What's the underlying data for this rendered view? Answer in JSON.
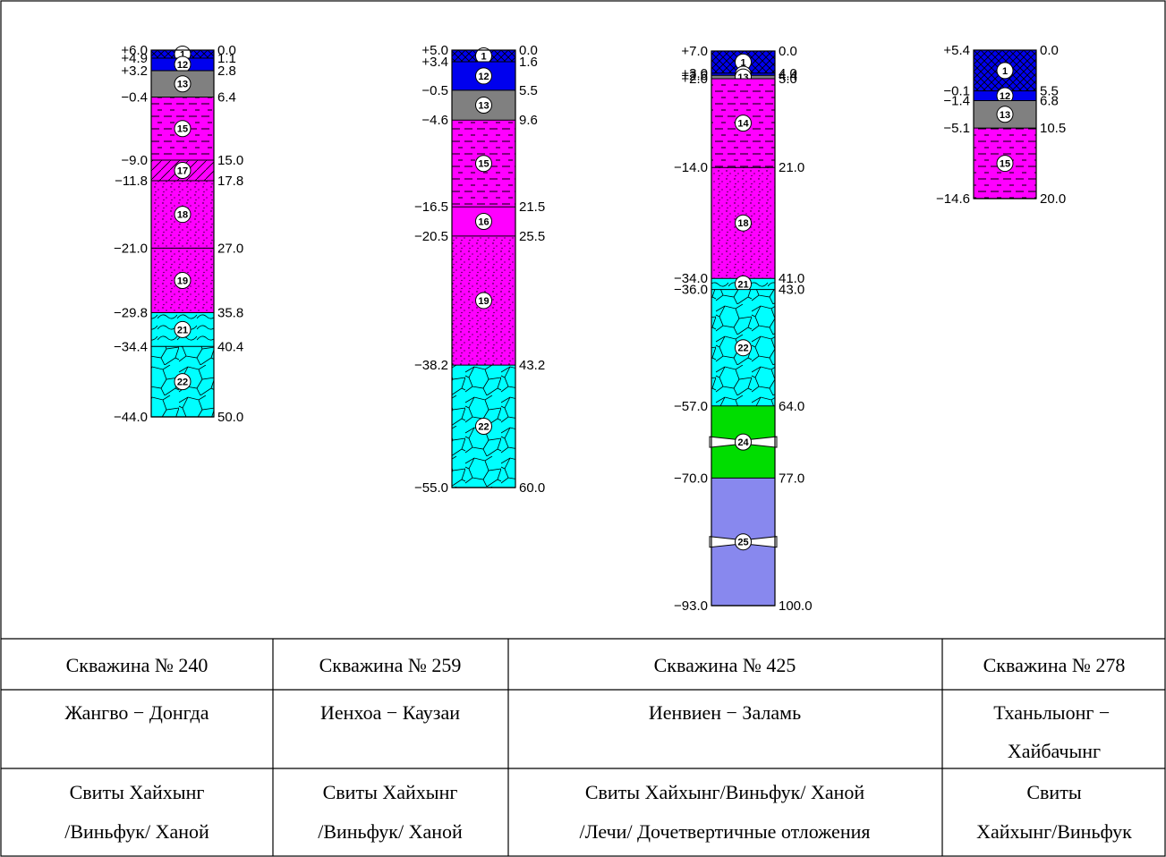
{
  "colors": {
    "1": "#0000ee",
    "12": "#0000ee",
    "13": "#808080",
    "14": "#ff00ff",
    "15": "#ff00ff",
    "16": "#ff00ff",
    "17": "#ff00ff",
    "18": "#ff00ff",
    "19": "#ff00ff",
    "21": "#00ffff",
    "22": "#00ffff",
    "24": "#00dd00",
    "25": "#8888ee"
  },
  "boreholes": [
    {
      "name": "Скважина № 240",
      "location": "Жангво − Донгда",
      "formations": [
        "Свиты Хайхынг",
        "/Виньфук/ Ханой"
      ],
      "layers": [
        {
          "no": "1",
          "top_abs": "+6.0",
          "depth_top": "0.0",
          "from": 0.0,
          "to": 1.1
        },
        {
          "no": "12",
          "top_abs": "+4.9",
          "depth_top": "1.1",
          "from": 1.1,
          "to": 2.8
        },
        {
          "no": "13",
          "top_abs": "+3.2",
          "depth_top": "2.8",
          "from": 2.8,
          "to": 6.4
        },
        {
          "no": "15",
          "top_abs": "−0.4",
          "depth_top": "6.4",
          "from": 6.4,
          "to": 15.0
        },
        {
          "no": "17",
          "top_abs": "−9.0",
          "depth_top": "15.0",
          "from": 15.0,
          "to": 17.8
        },
        {
          "no": "18",
          "top_abs": "−11.8",
          "depth_top": "17.8",
          "from": 17.8,
          "to": 27.0
        },
        {
          "no": "19",
          "top_abs": "−21.0",
          "depth_top": "27.0",
          "from": 27.0,
          "to": 35.8
        },
        {
          "no": "21",
          "top_abs": "−29.8",
          "depth_top": "35.8",
          "from": 35.8,
          "to": 40.4
        },
        {
          "no": "22",
          "top_abs": "−34.4",
          "depth_top": "40.4",
          "from": 40.4,
          "to": 50.0
        }
      ],
      "bottom_abs": "−44.0",
      "bottom_depth": "50.0"
    },
    {
      "name": "Скважина № 259",
      "location": "Иенхоа − Каузаи",
      "formations": [
        "Свиты Хайхынг",
        "/Виньфук/ Ханой"
      ],
      "layers": [
        {
          "no": "1",
          "top_abs": "+5.0",
          "depth_top": "0.0",
          "from": 0.0,
          "to": 1.6
        },
        {
          "no": "12",
          "top_abs": "+3.4",
          "depth_top": "1.6",
          "from": 1.6,
          "to": 5.5
        },
        {
          "no": "13",
          "top_abs": "−0.5",
          "depth_top": "5.5",
          "from": 5.5,
          "to": 9.6
        },
        {
          "no": "15",
          "top_abs": "−4.6",
          "depth_top": "9.6",
          "from": 9.6,
          "to": 21.5
        },
        {
          "no": "16",
          "top_abs": "−16.5",
          "depth_top": "21.5",
          "from": 21.5,
          "to": 25.5
        },
        {
          "no": "19",
          "top_abs": "−20.5",
          "depth_top": "25.5",
          "from": 25.5,
          "to": 43.2
        },
        {
          "no": "22",
          "top_abs": "−38.2",
          "depth_top": "43.2",
          "from": 43.2,
          "to": 60.0
        }
      ],
      "bottom_abs": "−55.0",
      "bottom_depth": "60.0"
    },
    {
      "name": "Скважина № 425",
      "location": "Иенвиен − Заламь",
      "formations": [
        "Свиты Хайхынг/Виньфук/ Ханой",
        "/Лечи/ Дочетвертичные отложения"
      ],
      "layers": [
        {
          "no": "1",
          "top_abs": "+7.0",
          "depth_top": "0.0",
          "from": 0.0,
          "to": 4.0
        },
        {
          "no": "12",
          "top_abs": "+3.0",
          "depth_top": "4.0",
          "from": 4.0,
          "to": 4.4
        },
        {
          "no": "13",
          "top_abs": "+2.6",
          "depth_top": "4.4",
          "from": 4.4,
          "to": 5.0
        },
        {
          "no": "14",
          "top_abs": "+2.0",
          "depth_top": "5.0",
          "from": 5.0,
          "to": 21.0
        },
        {
          "no": "18",
          "top_abs": "−14.0",
          "depth_top": "21.0",
          "from": 21.0,
          "to": 41.0
        },
        {
          "no": "21",
          "top_abs": "−34.0",
          "depth_top": "41.0",
          "from": 41.0,
          "to": 43.0
        },
        {
          "no": "22",
          "top_abs": "−36.0",
          "depth_top": "43.0",
          "from": 43.0,
          "to": 64.0
        },
        {
          "no": "24",
          "top_abs": "−57.0",
          "depth_top": "64.0",
          "from": 64.0,
          "to": 77.0
        },
        {
          "no": "25",
          "top_abs": "−70.0",
          "depth_top": "77.0",
          "from": 77.0,
          "to": 100.0
        }
      ],
      "bottom_abs": "−93.0",
      "bottom_depth": "100.0"
    },
    {
      "name": "Скважина № 278",
      "location": "Тханьлыонг − Хайбачынг",
      "formations": [
        "Свиты",
        "Хайхынг/Виньфук"
      ],
      "layers": [
        {
          "no": "1",
          "top_abs": "+5.4",
          "depth_top": "0.0",
          "from": 0.0,
          "to": 5.5
        },
        {
          "no": "12",
          "top_abs": "−0.1",
          "depth_top": "5.5",
          "from": 5.5,
          "to": 6.8
        },
        {
          "no": "13",
          "top_abs": "−1.4",
          "depth_top": "6.8",
          "from": 6.8,
          "to": 10.5
        },
        {
          "no": "15",
          "top_abs": "−5.1",
          "depth_top": "10.5",
          "from": 10.5,
          "to": 20.0
        }
      ],
      "bottom_abs": "−14.6",
      "bottom_depth": "20.0"
    }
  ]
}
